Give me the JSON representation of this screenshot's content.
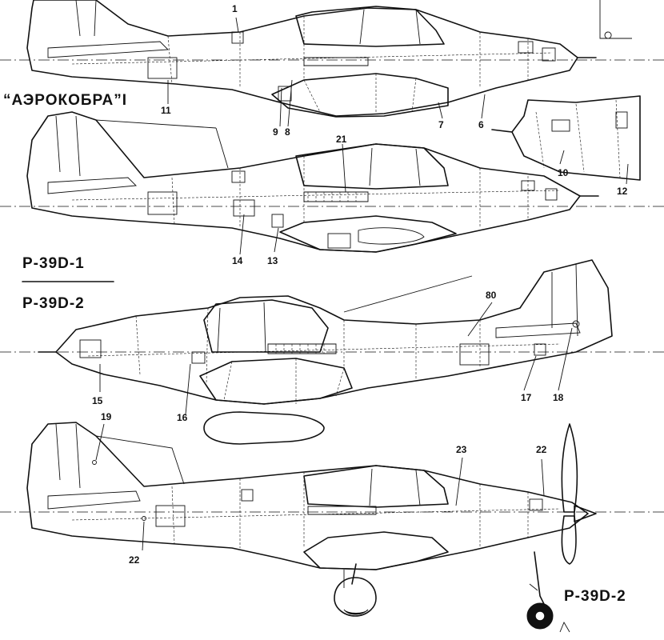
{
  "titles": {
    "aircobra": "“АЭРОКОБРА”I",
    "p39d1": "P-39D-1",
    "p39d2_a": "P-39D-2",
    "p39d2_b": "P-39D-2"
  },
  "callouts": {
    "n1": "1",
    "n6": "6",
    "n7": "7",
    "n8": "8",
    "n9": "9",
    "n10": "10",
    "n11": "11",
    "n12": "12",
    "n13": "13",
    "n14": "14",
    "n15": "15",
    "n16": "16",
    "n17": "17",
    "n18": "18",
    "n19": "19",
    "n21": "21",
    "n22a": "22",
    "n22b": "22",
    "n23": "23",
    "n80": "80"
  },
  "colors": {
    "ink": "#111111",
    "paper": "#ffffff"
  }
}
